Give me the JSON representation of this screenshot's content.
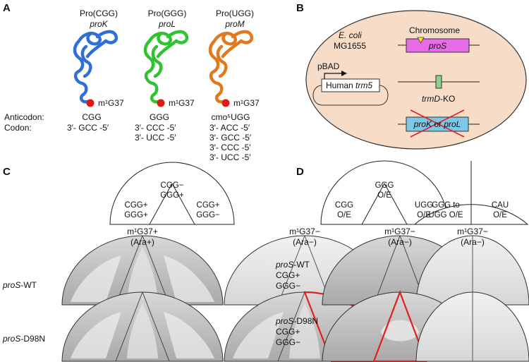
{
  "panel_a": {
    "label": "A",
    "trnas": [
      {
        "name": "Pro(CGG)",
        "gene": "proK",
        "color": "#2f6fd6",
        "mod": "m¹G37",
        "anticodon": "CGG",
        "codons": [
          "3′- GCC -5′"
        ]
      },
      {
        "name": "Pro(GGG)",
        "gene": "proL",
        "color": "#2fc42f",
        "mod": "m¹G37",
        "anticodon": "GGG",
        "codons": [
          "3′- CCC -5′",
          "3′- UCC -5′"
        ]
      },
      {
        "name": "Pro(UGG)",
        "gene": "proM",
        "color": "#e07a1c",
        "mod": "m¹G37",
        "anticodon": "cmo⁵UGG",
        "codons": [
          "3′- ACC -5′",
          "3′- GCC -5′",
          "3′- CCC -5′",
          "3′- UCC -5′"
        ]
      }
    ],
    "anticodon_label": "Anticodon:",
    "codon_label": "Codon:"
  },
  "panel_b": {
    "label": "B",
    "organism_1": "E. coli",
    "organism_2": "MG1655",
    "chromosome": "Chromosome",
    "pros": "proS",
    "promoter": "pBAD",
    "plasmid_prefix": "Human ",
    "plasmid_gene": "trm5",
    "trmd": "trmD",
    "ko": "-KO",
    "prok": "proK",
    "or": " or ",
    "prol": "proL",
    "cell_color": "#f7dcc8"
  },
  "panel_c": {
    "label": "C",
    "wedges": {
      "left_1": "CGG+",
      "left_2": "GGG+",
      "mid_1": "CGG−",
      "mid_2": "GGG+",
      "right_1": "CGG+",
      "right_2": "GGG−"
    },
    "cond_left_1": "m¹G37+",
    "cond_left_2": "(Ara+)",
    "cond_right_1": "m¹G37−",
    "cond_right_2": "(Ara−)",
    "row1_gene": "proS",
    "row1_suffix": "-WT",
    "row2_gene": "proS",
    "row2_suffix": "-D98N"
  },
  "panel_d": {
    "label": "D",
    "wedges_1": {
      "left_1": "CGG",
      "left_2": "O/E",
      "mid_1": "GGG",
      "mid_2": "O/E",
      "right_1": "UGG",
      "right_2": "O/E"
    },
    "wedges_2": {
      "left_1": "GGG to",
      "left_2": "UGG O/E",
      "right_1": "CAU",
      "right_2": "O/E"
    },
    "cond_1a": "m¹G37−",
    "cond_1b": "(Ara−)",
    "cond_2a": "m¹G37−",
    "cond_2b": "(Ara−)",
    "row1_gene": "proS",
    "row1_suffix": "-WT",
    "row1_l2": "CGG+",
    "row1_l3": "GGG−",
    "row2_gene": "proS",
    "row2_suffix": "-D98N",
    "row2_l2": "CGG+",
    "row2_l3": "GGG−"
  },
  "highlight_color": "#e02020"
}
